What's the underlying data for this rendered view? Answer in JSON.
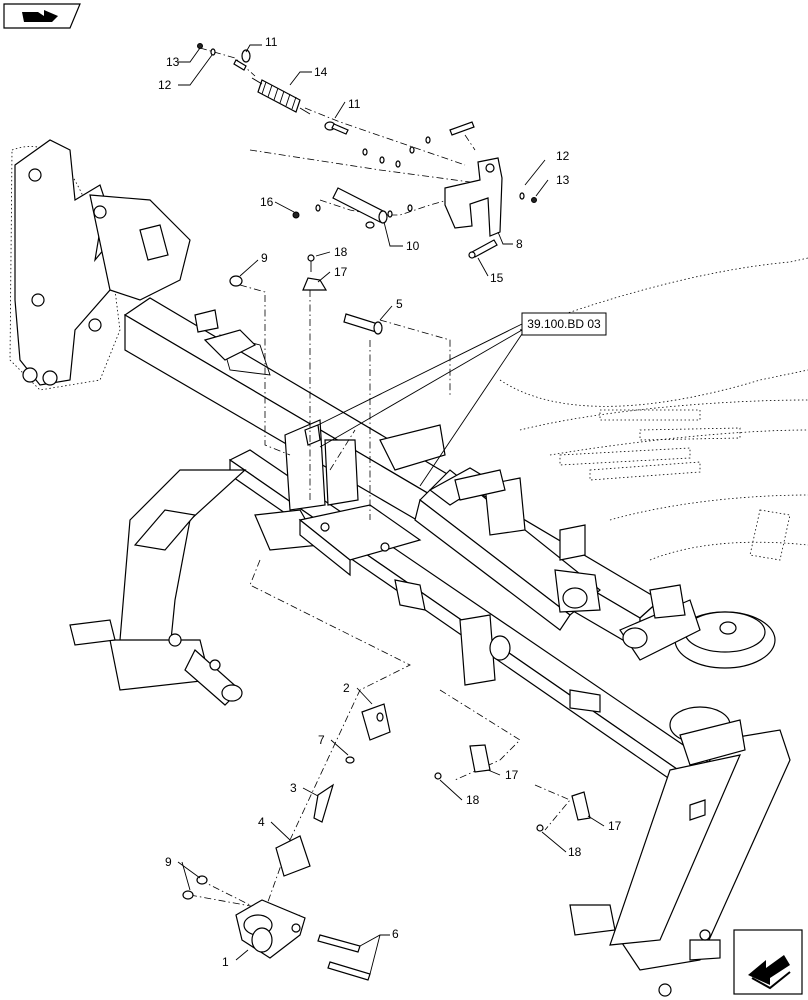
{
  "reference_box": "39.100.BD 03",
  "callouts": [
    "1",
    "2",
    "3",
    "4",
    "5",
    "6",
    "7",
    "8",
    "9",
    "10",
    "11",
    "12",
    "13",
    "14",
    "15",
    "16",
    "17",
    "18"
  ],
  "icons": {
    "top_left": "book-arrow-icon",
    "bottom_right": "next-page-arrow-icon"
  }
}
